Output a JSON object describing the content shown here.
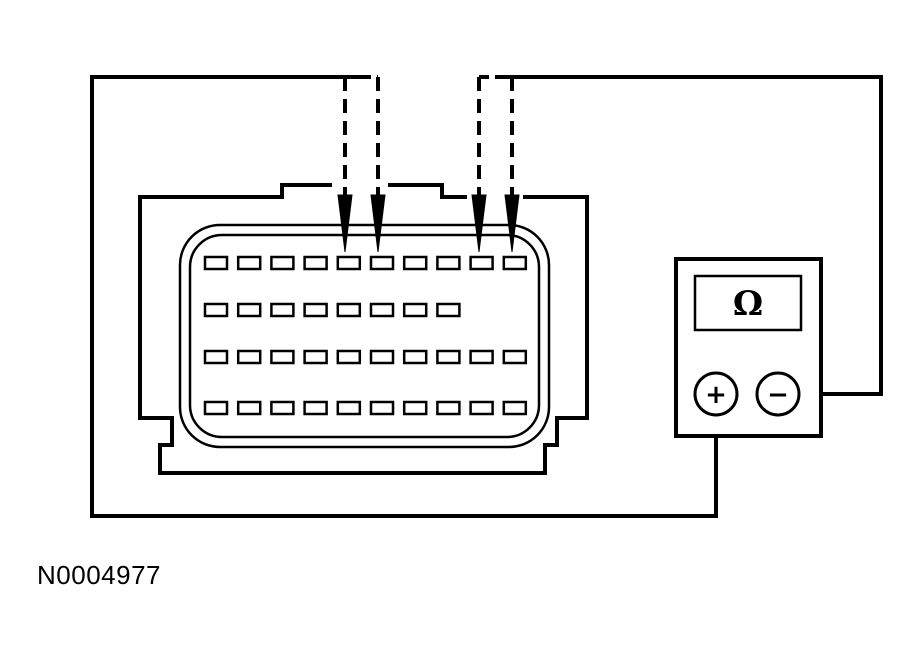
{
  "figure": {
    "id": "N0004977"
  },
  "meter": {
    "display_symbol": "Ω",
    "positive_symbol": "+",
    "negative_symbol": "−"
  },
  "connector": {
    "pin_rows": [
      10,
      8,
      10,
      10
    ],
    "probed_pins_row1": [
      5,
      6,
      9,
      10
    ]
  },
  "colors": {
    "line": "#000000",
    "background": "#ffffff"
  }
}
